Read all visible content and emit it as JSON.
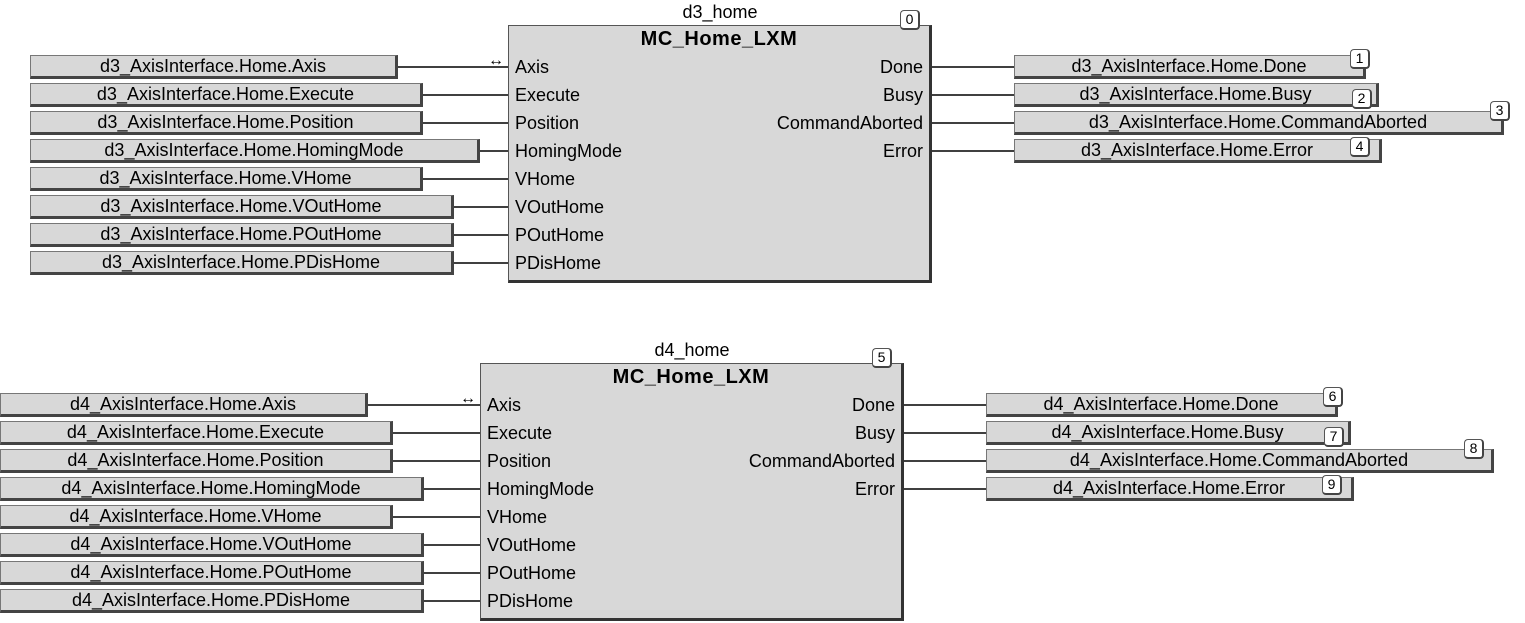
{
  "blocks": [
    {
      "instance": "d3_home",
      "type": "MC_Home_LXM",
      "badge": "0",
      "inputs": [
        "Axis",
        "Execute",
        "Position",
        "HomingMode",
        "VHome",
        "VOutHome",
        "POutHome",
        "PDisHome"
      ],
      "outputs": [
        "Done",
        "Busy",
        "CommandAborted",
        "Error"
      ],
      "input_vars": [
        "d3_AxisInterface.Home.Axis",
        "d3_AxisInterface.Home.Execute",
        "d3_AxisInterface.Home.Position",
        "d3_AxisInterface.Home.HomingMode",
        "d3_AxisInterface.Home.VHome",
        "d3_AxisInterface.Home.VOutHome",
        "d3_AxisInterface.Home.POutHome",
        "d3_AxisInterface.Home.PDisHome"
      ],
      "output_vars": [
        "d3_AxisInterface.Home.Done",
        "d3_AxisInterface.Home.Busy",
        "d3_AxisInterface.Home.CommandAborted",
        "d3_AxisInterface.Home.Error"
      ],
      "output_badges": [
        "1",
        "2",
        "3",
        "4"
      ],
      "inout_marker": "↔"
    },
    {
      "instance": "d4_home",
      "type": "MC_Home_LXM",
      "badge": "5",
      "inputs": [
        "Axis",
        "Execute",
        "Position",
        "HomingMode",
        "VHome",
        "VOutHome",
        "POutHome",
        "PDisHome"
      ],
      "outputs": [
        "Done",
        "Busy",
        "CommandAborted",
        "Error"
      ],
      "input_vars": [
        "d4_AxisInterface.Home.Axis",
        "d4_AxisInterface.Home.Execute",
        "d4_AxisInterface.Home.Position",
        "d4_AxisInterface.Home.HomingMode",
        "d4_AxisInterface.Home.VHome",
        "d4_AxisInterface.Home.VOutHome",
        "d4_AxisInterface.Home.POutHome",
        "d4_AxisInterface.Home.PDisHome"
      ],
      "output_vars": [
        "d4_AxisInterface.Home.Done",
        "d4_AxisInterface.Home.Busy",
        "d4_AxisInterface.Home.CommandAborted",
        "d4_AxisInterface.Home.Error"
      ],
      "output_badges": [
        "6",
        "7",
        "8",
        "9"
      ],
      "inout_marker": "↔"
    }
  ]
}
